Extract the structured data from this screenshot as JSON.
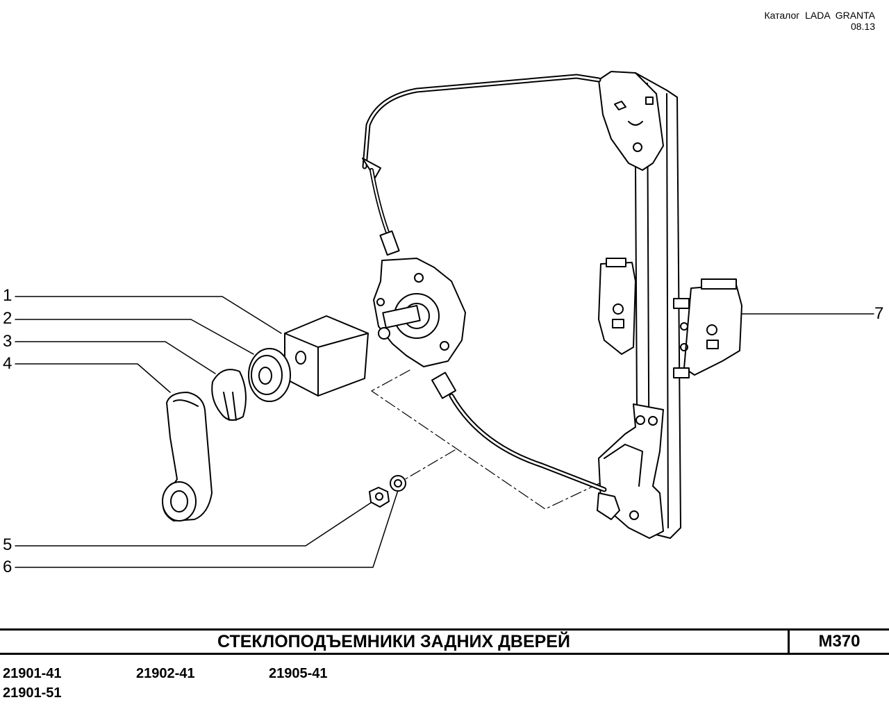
{
  "header": {
    "catalog": "Каталог  LADA  GRANTA",
    "date": "08.13"
  },
  "callouts": [
    "1",
    "2",
    "3",
    "4",
    "5",
    "6",
    "7"
  ],
  "title_block": {
    "title": "СТЕКЛОПОДЪЕМНИКИ   ЗАДНИХ   ДВЕРЕЙ",
    "code": "M370"
  },
  "models": [
    "21901-41",
    "21902-41",
    "21905-41",
    "21901-51"
  ],
  "colors": {
    "ink": "#000000",
    "fill": "#ffffff",
    "shade": "#d9d9d9"
  }
}
